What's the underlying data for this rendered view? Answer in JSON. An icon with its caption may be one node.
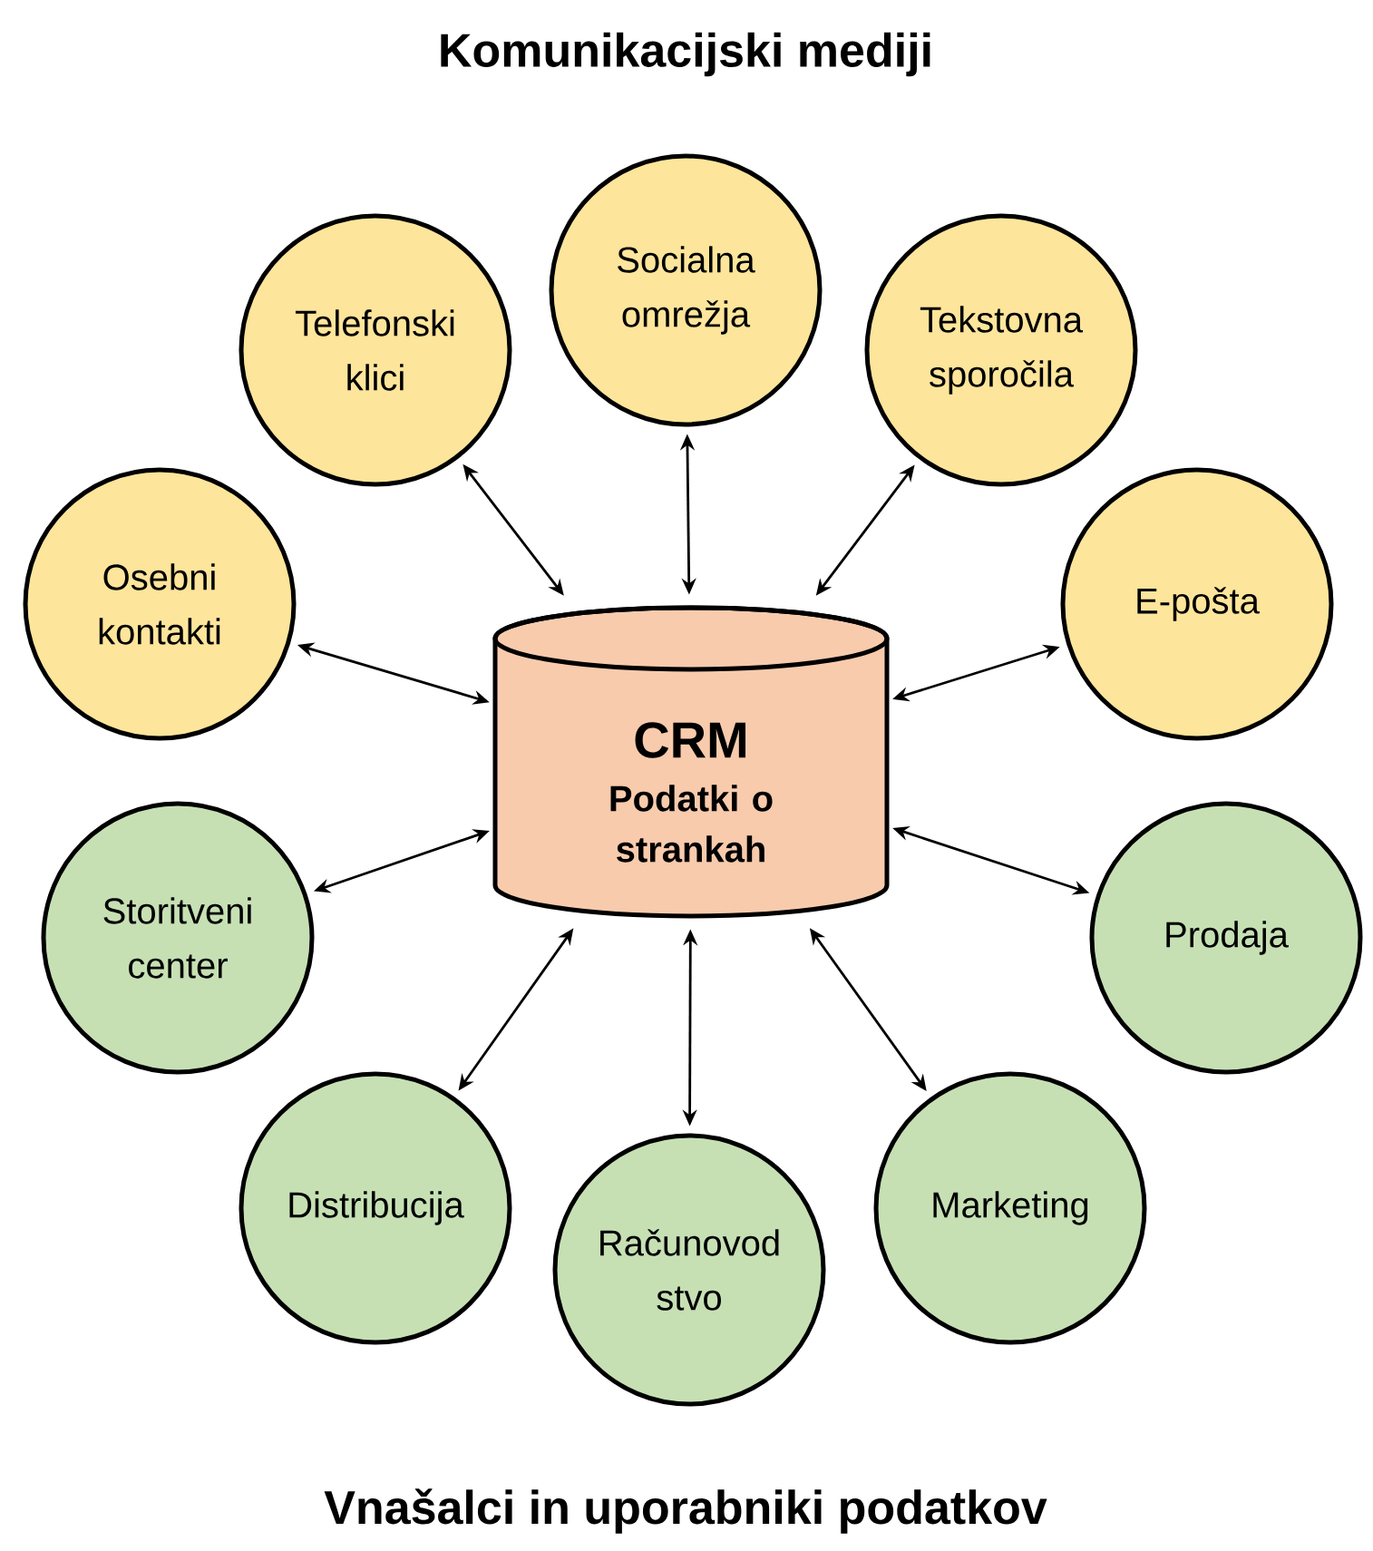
{
  "diagram": {
    "title": "Komunikacijski mediji",
    "caption": "Vnašalci in uporabniki podatkov",
    "nodes": [
      {
        "text": [
          "Socialna omrežja"
        ]
      },
      {
        "text": [
          "Telefonski klici"
        ]
      },
      {
        "text": [
          "Tekstovna sporočila"
        ]
      },
      {
        "text": [
          "Osebni kontakti"
        ]
      },
      {
        "text": [
          "E-pošta"
        ]
      },
      {
        "text": [
          "CRM",
          "Podatki o strankah"
        ]
      },
      {
        "text": [
          "Storitveni center"
        ]
      },
      {
        "text": [
          "Prodaja"
        ]
      },
      {
        "text": [
          "Distribucija"
        ]
      },
      {
        "text": [
          "Marketing"
        ]
      },
      {
        "text": [
          "Računovod stvo"
        ]
      }
    ],
    "edges": [
      {
        "from": 5,
        "to": 0,
        "arrow": "both"
      },
      {
        "from": 5,
        "to": 1,
        "arrow": "both"
      },
      {
        "from": 5,
        "to": 2,
        "arrow": "both"
      },
      {
        "from": 5,
        "to": 3,
        "arrow": "both"
      },
      {
        "from": 5,
        "to": 4,
        "arrow": "both"
      },
      {
        "from": 5,
        "to": 6,
        "arrow": "both"
      },
      {
        "from": 5,
        "to": 7,
        "arrow": "both"
      },
      {
        "from": 5,
        "to": 8,
        "arrow": "both"
      },
      {
        "from": 5,
        "to": 9,
        "arrow": "both"
      },
      {
        "from": 5,
        "to": 10,
        "arrow": "both"
      }
    ]
  }
}
